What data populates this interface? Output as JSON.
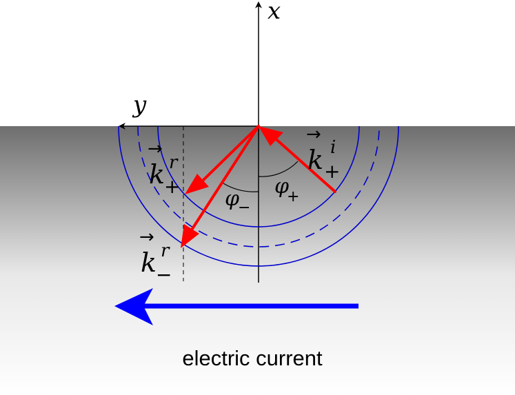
{
  "axes": {
    "x_label": "x",
    "y_label": "y"
  },
  "vectors": {
    "incident": {
      "symbol": "k",
      "superscript": "i",
      "subscript": "+"
    },
    "reflected_plus": {
      "symbol": "k",
      "superscript": "r",
      "subscript": "+"
    },
    "reflected_minus": {
      "symbol": "k",
      "superscript": "r",
      "subscript": "−"
    }
  },
  "angles": {
    "phi_minus": {
      "symbol": "φ",
      "subscript": "−"
    },
    "phi_plus": {
      "symbol": "φ",
      "subscript": "+"
    }
  },
  "caption": "electric current",
  "colors": {
    "wave_vector": "#ff0000",
    "fermi_circle": "#0000cc",
    "current_arrow": "#0000ff",
    "axis": "#000000",
    "gradient_top": "#6e6e6e",
    "gradient_bottom": "#ffffff"
  }
}
